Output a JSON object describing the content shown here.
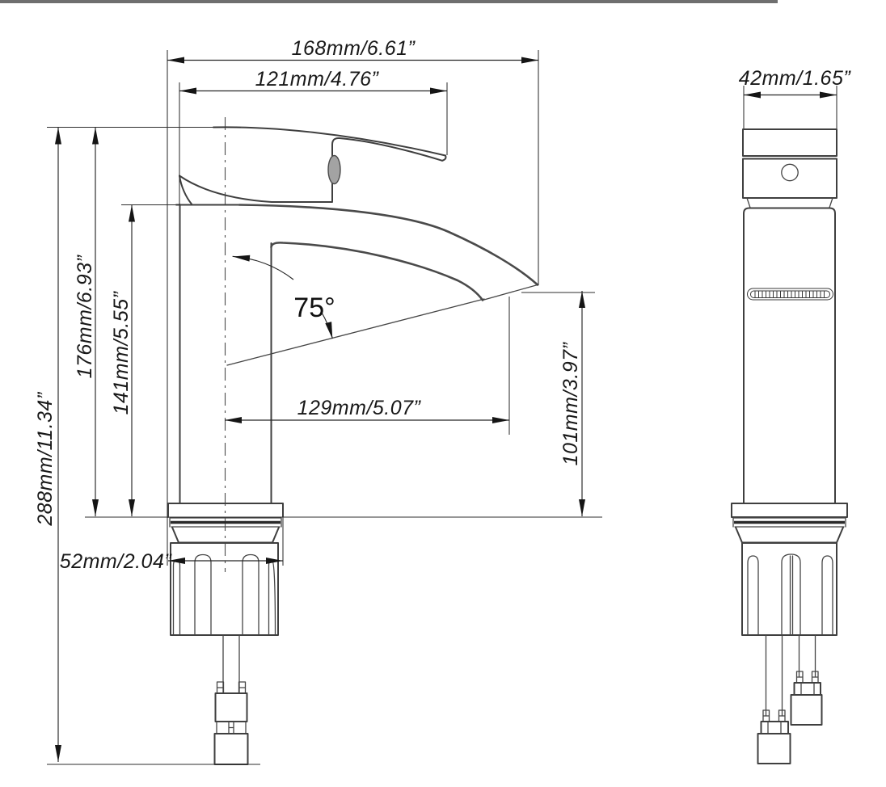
{
  "drawing_type": "faucet-dimension-diagram",
  "colors": {
    "line": "#3f3f3f",
    "dimension_line": "#262626",
    "top_bar": "#6f6f6f",
    "handle_button": "#a3a3a3",
    "background": "#ffffff"
  },
  "dims": {
    "spout_reach": "168mm/6.61”",
    "handle_reach": "121mm/4.76”",
    "body_width": "42mm/1.65”",
    "overall_height": "288mm/11.34”",
    "handle_height": "176mm/6.93”",
    "spout_top_height": "141mm/5.55”",
    "outlet_reach": "129mm/5.07”",
    "outlet_height": "101mm/3.97”",
    "base_width": "52mm/2.04”",
    "handle_angle": "75°"
  }
}
